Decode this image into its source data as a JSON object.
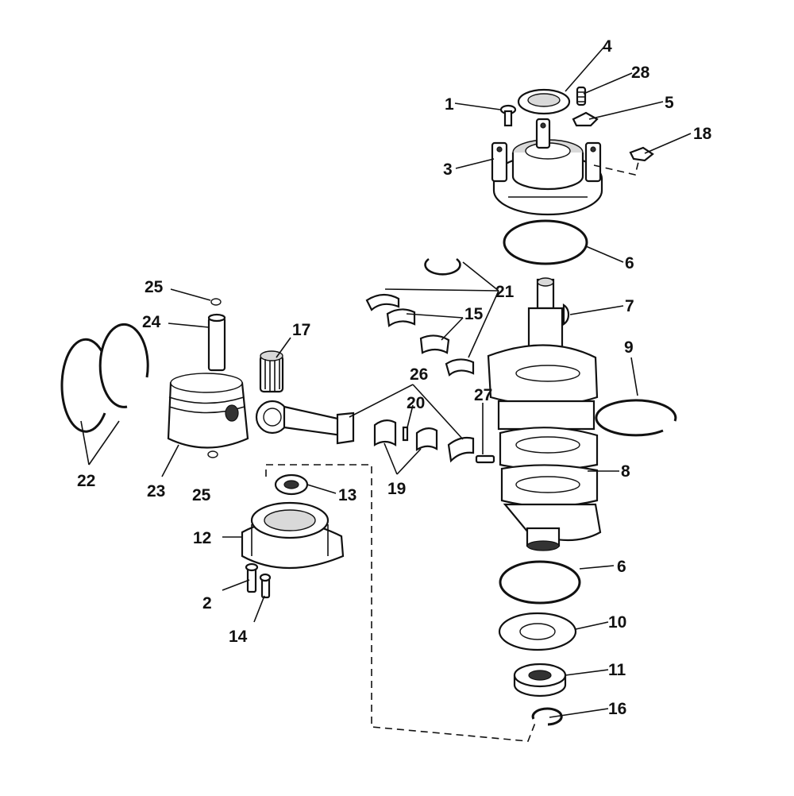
{
  "labels": {
    "l1": "1",
    "l2": "2",
    "l3": "3",
    "l4": "4",
    "l5": "5",
    "l6a": "6",
    "l6b": "6",
    "l7": "7",
    "l8": "8",
    "l9": "9",
    "l10": "10",
    "l11": "11",
    "l12": "12",
    "l13": "13",
    "l14": "14",
    "l15": "15",
    "l16": "16",
    "l17": "17",
    "l18": "18",
    "l19": "19",
    "l20": "20",
    "l21": "21",
    "l22": "22",
    "l23": "23",
    "l24": "24",
    "l25a": "25",
    "l25b": "25",
    "l26": "26",
    "l27": "27",
    "l28": "28"
  }
}
